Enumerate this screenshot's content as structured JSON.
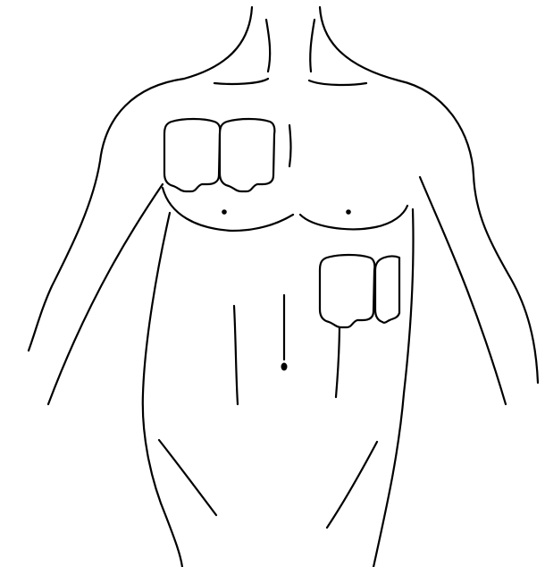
{
  "diagram": {
    "colors": {
      "line": "#000000",
      "background": "#ffffff"
    },
    "elements": [
      "torso-outline",
      "right-chest-electrode-pads",
      "left-abdominal-electrode-pads",
      "nipples",
      "navel"
    ]
  }
}
